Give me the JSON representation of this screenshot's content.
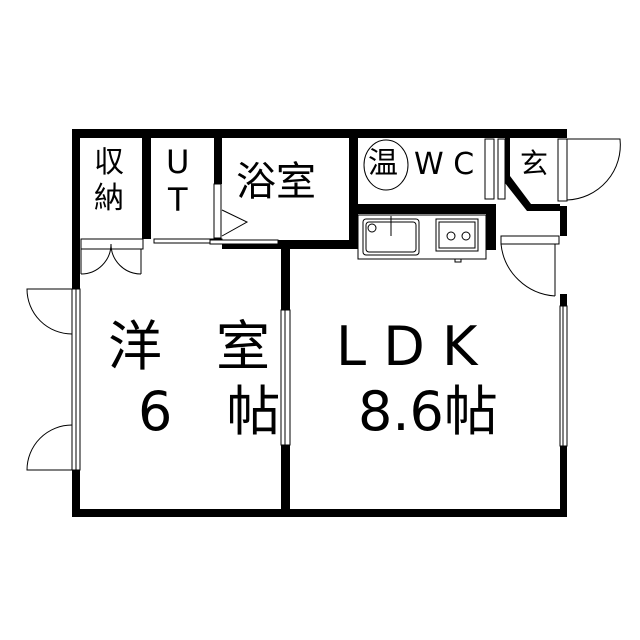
{
  "rooms": {
    "storage": {
      "line1": "収",
      "line2": "納"
    },
    "utility": {
      "line1": "U",
      "line2": "T"
    },
    "bath": "浴室",
    "water_heater": "温",
    "wc": "W C",
    "entrance": "玄",
    "western_room": {
      "name": "洋　室",
      "size": "6　帖"
    },
    "ldk": {
      "name": "L D K",
      "size": "8.6帖"
    }
  }
}
